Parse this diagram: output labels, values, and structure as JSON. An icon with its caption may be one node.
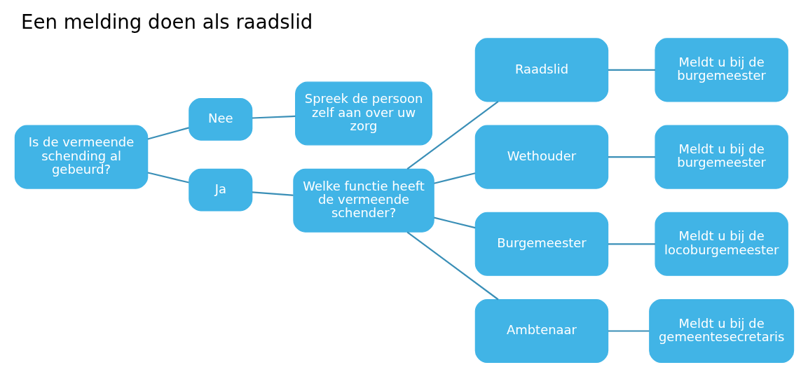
{
  "diagram": {
    "title": "Een melding doen als raadslid",
    "nodes": [
      {
        "text": [
          "Is de vermeende schending al gebeurd?"
        ]
      },
      {
        "text": [
          "Nee"
        ]
      },
      {
        "text": [
          "Ja"
        ]
      },
      {
        "text": [
          "Spreek de persoon zelf aan over uw zorg"
        ]
      },
      {
        "text": [
          "Welke functie heeft de vermeende schender?"
        ]
      },
      {
        "text": [
          "Raadslid"
        ]
      },
      {
        "text": [
          "Wethouder"
        ]
      },
      {
        "text": [
          "Burgemeester"
        ]
      },
      {
        "text": [
          "Ambtenaar"
        ]
      },
      {
        "text": [
          "Meldt u bij de burgemeester"
        ]
      },
      {
        "text": [
          "Meldt u bij de burgemeester"
        ]
      },
      {
        "text": [
          "Meldt u bij de locoburgemeester"
        ]
      },
      {
        "text": [
          "Meldt u bij de gemeentesecretaris"
        ]
      }
    ],
    "edges": [
      {
        "from": 0,
        "to": 1,
        "arrow": "none"
      },
      {
        "from": 0,
        "to": 2,
        "arrow": "none"
      },
      {
        "from": 1,
        "to": 3,
        "arrow": "none"
      },
      {
        "from": 2,
        "to": 4,
        "arrow": "none"
      },
      {
        "from": 4,
        "to": 5,
        "arrow": "none"
      },
      {
        "from": 4,
        "to": 6,
        "arrow": "none"
      },
      {
        "from": 4,
        "to": 7,
        "arrow": "none"
      },
      {
        "from": 4,
        "to": 8,
        "arrow": "none"
      },
      {
        "from": 5,
        "to": 9,
        "arrow": "none"
      },
      {
        "from": 6,
        "to": 10,
        "arrow": "none"
      },
      {
        "from": 7,
        "to": 11,
        "arrow": "none"
      },
      {
        "from": 8,
        "to": 12,
        "arrow": "none"
      }
    ]
  }
}
